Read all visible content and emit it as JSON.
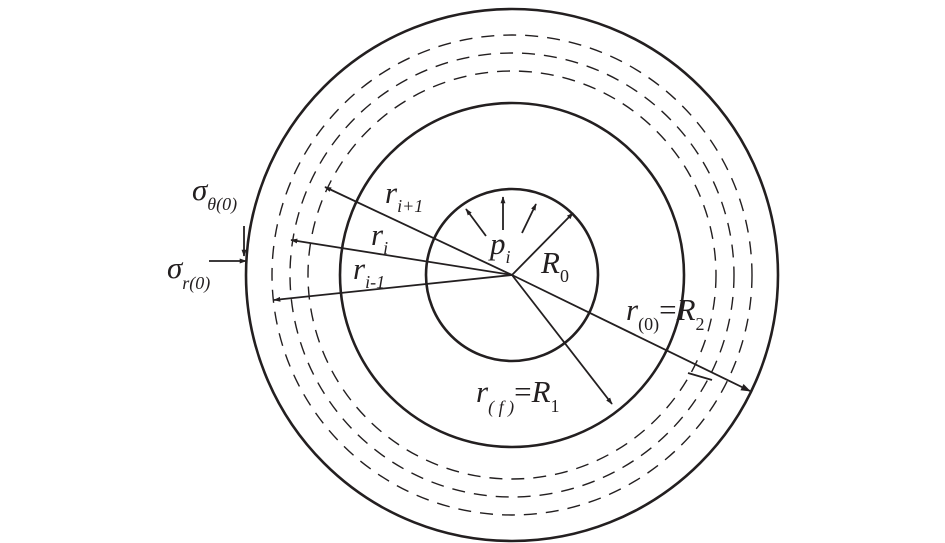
{
  "diagram": {
    "labels": {
      "sigma_theta": {
        "symbol": "σ",
        "subscript": "θ(0)"
      },
      "sigma_r": {
        "symbol": "σ",
        "subscript": "r(0)"
      },
      "r_i_plus_1": {
        "symbol": "r",
        "subscript": "i+1"
      },
      "r_i": {
        "symbol": "r",
        "subscript": "i"
      },
      "r_i_minus_1": {
        "symbol": "r",
        "subscript": "i-1"
      },
      "p_i": {
        "symbol": "p",
        "subscript": "i"
      },
      "R_0": {
        "symbol": "R",
        "subscript": "0"
      },
      "r0_R2": {
        "lhs": "r",
        "lhs_subscript": "(0)",
        "equals": "=",
        "rhs": "R",
        "rhs_subscript": "2"
      },
      "rf_R1": {
        "lhs": "r",
        "lhs_subscript": "( f )",
        "equals": "=",
        "rhs": "R",
        "rhs_subscript": "1"
      }
    },
    "colors": {
      "stroke": "#231f20",
      "background": "#ffffff"
    }
  }
}
